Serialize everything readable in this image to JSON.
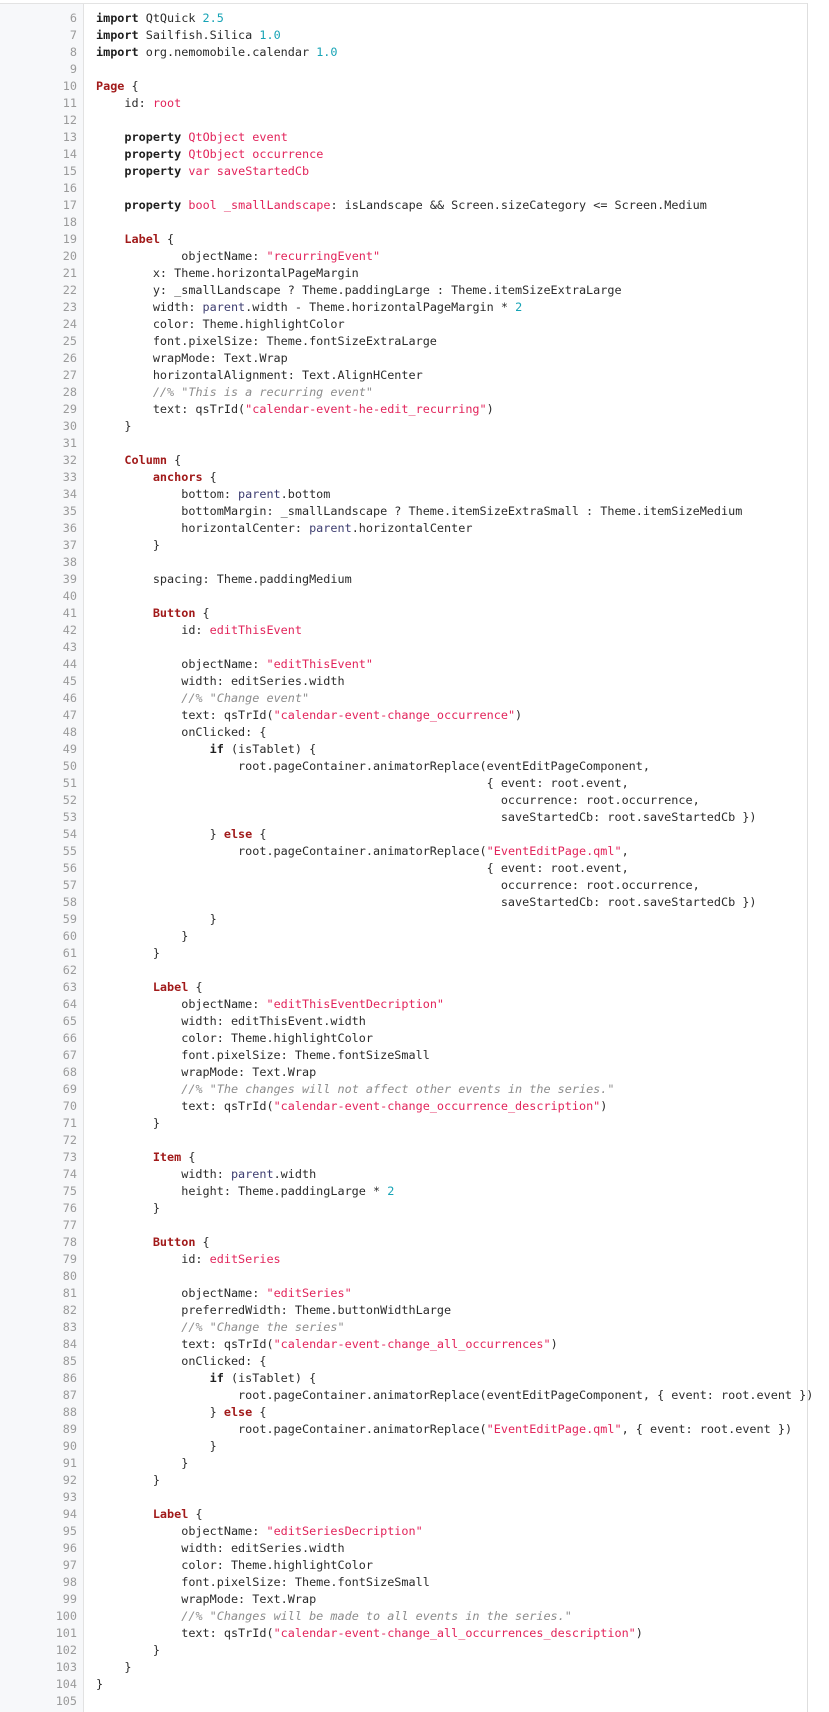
{
  "colors": {
    "keyword": "#1e1e1e",
    "type": "#a11a1a",
    "string": "#e2245b",
    "number": "#16a3b5",
    "comment": "#8c8c8c",
    "gutter_bg": "#f7f8fa"
  },
  "lines": [
    {
      "n": "6",
      "t": [
        [
          "k",
          "import"
        ],
        [
          "p",
          " QtQuick "
        ],
        [
          "n",
          "2.5"
        ]
      ]
    },
    {
      "n": "7",
      "t": [
        [
          "k",
          "import"
        ],
        [
          "p",
          " Sailfish.Silica "
        ],
        [
          "n",
          "1.0"
        ]
      ]
    },
    {
      "n": "8",
      "t": [
        [
          "k",
          "import"
        ],
        [
          "p",
          " org.nemomobile.calendar "
        ],
        [
          "n",
          "1.0"
        ]
      ]
    },
    {
      "n": "9",
      "t": []
    },
    {
      "n": "10",
      "t": [
        [
          "t",
          "Page"
        ],
        [
          "p",
          " {"
        ]
      ]
    },
    {
      "n": "11",
      "t": [
        [
          "p",
          "    id: "
        ],
        [
          "s",
          "root"
        ]
      ]
    },
    {
      "n": "12",
      "t": []
    },
    {
      "n": "13",
      "t": [
        [
          "p",
          "    "
        ],
        [
          "k",
          "property"
        ],
        [
          "p",
          " "
        ],
        [
          "s",
          "QtObject"
        ],
        [
          "p",
          " "
        ],
        [
          "s",
          "event"
        ]
      ]
    },
    {
      "n": "14",
      "t": [
        [
          "p",
          "    "
        ],
        [
          "k",
          "property"
        ],
        [
          "p",
          " "
        ],
        [
          "s",
          "QtObject"
        ],
        [
          "p",
          " "
        ],
        [
          "s",
          "occurrence"
        ]
      ]
    },
    {
      "n": "15",
      "t": [
        [
          "p",
          "    "
        ],
        [
          "k",
          "property"
        ],
        [
          "p",
          " "
        ],
        [
          "s",
          "var"
        ],
        [
          "p",
          " "
        ],
        [
          "s",
          "saveStartedCb"
        ]
      ]
    },
    {
      "n": "16",
      "t": []
    },
    {
      "n": "17",
      "t": [
        [
          "p",
          "    "
        ],
        [
          "k",
          "property"
        ],
        [
          "p",
          " "
        ],
        [
          "s",
          "bool"
        ],
        [
          "p",
          " "
        ],
        [
          "s",
          "_smallLandscape"
        ],
        [
          "p",
          ": isLandscape && Screen.sizeCategory <= Screen.Medium"
        ]
      ]
    },
    {
      "n": "18",
      "t": []
    },
    {
      "n": "19",
      "t": [
        [
          "p",
          "    "
        ],
        [
          "t",
          "Label"
        ],
        [
          "p",
          " {"
        ]
      ]
    },
    {
      "n": "20",
      "t": [
        [
          "p",
          "            objectName: "
        ],
        [
          "s",
          "\"recurringEvent\""
        ]
      ]
    },
    {
      "n": "21",
      "t": [
        [
          "p",
          "        x: Theme.horizontalPageMargin"
        ]
      ]
    },
    {
      "n": "22",
      "t": [
        [
          "p",
          "        y: _smallLandscape ? Theme.paddingLarge : Theme.itemSizeExtraLarge"
        ]
      ]
    },
    {
      "n": "23",
      "t": [
        [
          "p",
          "        width: "
        ],
        [
          "v",
          "parent"
        ],
        [
          "p",
          ".width - Theme.horizontalPageMargin * "
        ],
        [
          "n",
          "2"
        ]
      ]
    },
    {
      "n": "24",
      "t": [
        [
          "p",
          "        color: Theme.highlightColor"
        ]
      ]
    },
    {
      "n": "25",
      "t": [
        [
          "p",
          "        font.pixelSize: Theme.fontSizeExtraLarge"
        ]
      ]
    },
    {
      "n": "26",
      "t": [
        [
          "p",
          "        wrapMode: Text.Wrap"
        ]
      ]
    },
    {
      "n": "27",
      "t": [
        [
          "p",
          "        horizontalAlignment: Text.AlignHCenter"
        ]
      ]
    },
    {
      "n": "28",
      "t": [
        [
          "p",
          "        "
        ],
        [
          "c",
          "//% \"This is a recurring event\""
        ]
      ]
    },
    {
      "n": "29",
      "t": [
        [
          "p",
          "        text: qsTrId("
        ],
        [
          "s",
          "\"calendar-event-he-edit_recurring\""
        ],
        [
          "p",
          ")"
        ]
      ]
    },
    {
      "n": "30",
      "t": [
        [
          "p",
          "    }"
        ]
      ]
    },
    {
      "n": "31",
      "t": []
    },
    {
      "n": "32",
      "t": [
        [
          "p",
          "    "
        ],
        [
          "t",
          "Column"
        ],
        [
          "p",
          " {"
        ]
      ]
    },
    {
      "n": "33",
      "t": [
        [
          "p",
          "        "
        ],
        [
          "t",
          "anchors"
        ],
        [
          "p",
          " {"
        ]
      ]
    },
    {
      "n": "34",
      "t": [
        [
          "p",
          "            bottom: "
        ],
        [
          "v",
          "parent"
        ],
        [
          "p",
          ".bottom"
        ]
      ]
    },
    {
      "n": "35",
      "t": [
        [
          "p",
          "            bottomMargin: _smallLandscape ? Theme.itemSizeExtraSmall : Theme.itemSizeMedium"
        ]
      ]
    },
    {
      "n": "36",
      "t": [
        [
          "p",
          "            horizontalCenter: "
        ],
        [
          "v",
          "parent"
        ],
        [
          "p",
          ".horizontalCenter"
        ]
      ]
    },
    {
      "n": "37",
      "t": [
        [
          "p",
          "        }"
        ]
      ]
    },
    {
      "n": "38",
      "t": []
    },
    {
      "n": "39",
      "t": [
        [
          "p",
          "        spacing: Theme.paddingMedium"
        ]
      ]
    },
    {
      "n": "40",
      "t": []
    },
    {
      "n": "41",
      "t": [
        [
          "p",
          "        "
        ],
        [
          "t",
          "Button"
        ],
        [
          "p",
          " {"
        ]
      ]
    },
    {
      "n": "42",
      "t": [
        [
          "p",
          "            id: "
        ],
        [
          "s",
          "editThisEvent"
        ]
      ]
    },
    {
      "n": "43",
      "t": []
    },
    {
      "n": "44",
      "t": [
        [
          "p",
          "            objectName: "
        ],
        [
          "s",
          "\"editThisEvent\""
        ]
      ]
    },
    {
      "n": "45",
      "t": [
        [
          "p",
          "            width: editSeries.width"
        ]
      ]
    },
    {
      "n": "46",
      "t": [
        [
          "p",
          "            "
        ],
        [
          "c",
          "//% \"Change event\""
        ]
      ]
    },
    {
      "n": "47",
      "t": [
        [
          "p",
          "            text: qsTrId("
        ],
        [
          "s",
          "\"calendar-event-change_occurrence\""
        ],
        [
          "p",
          ")"
        ]
      ]
    },
    {
      "n": "48",
      "t": [
        [
          "p",
          "            onClicked: {"
        ]
      ]
    },
    {
      "n": "49",
      "t": [
        [
          "p",
          "                "
        ],
        [
          "k",
          "if"
        ],
        [
          "p",
          " (isTablet) {"
        ]
      ]
    },
    {
      "n": "50",
      "t": [
        [
          "p",
          "                    root.pageContainer.animatorReplace(eventEditPageComponent,"
        ]
      ]
    },
    {
      "n": "51",
      "t": [
        [
          "p",
          "                                                       { event: root.event,"
        ]
      ]
    },
    {
      "n": "52",
      "t": [
        [
          "p",
          "                                                         occurrence: root.occurrence,"
        ]
      ]
    },
    {
      "n": "53",
      "t": [
        [
          "p",
          "                                                         saveStartedCb: root.saveStartedCb })"
        ]
      ]
    },
    {
      "n": "54",
      "t": [
        [
          "p",
          "                } "
        ],
        [
          "t",
          "else"
        ],
        [
          "p",
          " {"
        ]
      ]
    },
    {
      "n": "55",
      "t": [
        [
          "p",
          "                    root.pageContainer.animatorReplace("
        ],
        [
          "s",
          "\"EventEditPage.qml\""
        ],
        [
          "p",
          ","
        ]
      ]
    },
    {
      "n": "56",
      "t": [
        [
          "p",
          "                                                       { event: root.event,"
        ]
      ]
    },
    {
      "n": "57",
      "t": [
        [
          "p",
          "                                                         occurrence: root.occurrence,"
        ]
      ]
    },
    {
      "n": "58",
      "t": [
        [
          "p",
          "                                                         saveStartedCb: root.saveStartedCb })"
        ]
      ]
    },
    {
      "n": "59",
      "t": [
        [
          "p",
          "                }"
        ]
      ]
    },
    {
      "n": "60",
      "t": [
        [
          "p",
          "            }"
        ]
      ]
    },
    {
      "n": "61",
      "t": [
        [
          "p",
          "        }"
        ]
      ]
    },
    {
      "n": "62",
      "t": []
    },
    {
      "n": "63",
      "t": [
        [
          "p",
          "        "
        ],
        [
          "t",
          "Label"
        ],
        [
          "p",
          " {"
        ]
      ]
    },
    {
      "n": "64",
      "t": [
        [
          "p",
          "            objectName: "
        ],
        [
          "s",
          "\"editThisEventDecription\""
        ]
      ]
    },
    {
      "n": "65",
      "t": [
        [
          "p",
          "            width: editThisEvent.width"
        ]
      ]
    },
    {
      "n": "66",
      "t": [
        [
          "p",
          "            color: Theme.highlightColor"
        ]
      ]
    },
    {
      "n": "67",
      "t": [
        [
          "p",
          "            font.pixelSize: Theme.fontSizeSmall"
        ]
      ]
    },
    {
      "n": "68",
      "t": [
        [
          "p",
          "            wrapMode: Text.Wrap"
        ]
      ]
    },
    {
      "n": "69",
      "t": [
        [
          "p",
          "            "
        ],
        [
          "c",
          "//% \"The changes will not affect other events in the series.\""
        ]
      ]
    },
    {
      "n": "70",
      "t": [
        [
          "p",
          "            text: qsTrId("
        ],
        [
          "s",
          "\"calendar-event-change_occurrence_description\""
        ],
        [
          "p",
          ")"
        ]
      ]
    },
    {
      "n": "71",
      "t": [
        [
          "p",
          "        }"
        ]
      ]
    },
    {
      "n": "72",
      "t": []
    },
    {
      "n": "73",
      "t": [
        [
          "p",
          "        "
        ],
        [
          "t",
          "Item"
        ],
        [
          "p",
          " {"
        ]
      ]
    },
    {
      "n": "74",
      "t": [
        [
          "p",
          "            width: "
        ],
        [
          "v",
          "parent"
        ],
        [
          "p",
          ".width"
        ]
      ]
    },
    {
      "n": "75",
      "t": [
        [
          "p",
          "            height: Theme.paddingLarge * "
        ],
        [
          "n",
          "2"
        ]
      ]
    },
    {
      "n": "76",
      "t": [
        [
          "p",
          "        }"
        ]
      ]
    },
    {
      "n": "77",
      "t": []
    },
    {
      "n": "78",
      "t": [
        [
          "p",
          "        "
        ],
        [
          "t",
          "Button"
        ],
        [
          "p",
          " {"
        ]
      ]
    },
    {
      "n": "79",
      "t": [
        [
          "p",
          "            id: "
        ],
        [
          "s",
          "editSeries"
        ]
      ]
    },
    {
      "n": "80",
      "t": []
    },
    {
      "n": "81",
      "t": [
        [
          "p",
          "            objectName: "
        ],
        [
          "s",
          "\"editSeries\""
        ]
      ]
    },
    {
      "n": "82",
      "t": [
        [
          "p",
          "            preferredWidth: Theme.buttonWidthLarge"
        ]
      ]
    },
    {
      "n": "83",
      "t": [
        [
          "p",
          "            "
        ],
        [
          "c",
          "//% \"Change the series\""
        ]
      ]
    },
    {
      "n": "84",
      "t": [
        [
          "p",
          "            text: qsTrId("
        ],
        [
          "s",
          "\"calendar-event-change_all_occurrences\""
        ],
        [
          "p",
          ")"
        ]
      ]
    },
    {
      "n": "85",
      "t": [
        [
          "p",
          "            onClicked: {"
        ]
      ]
    },
    {
      "n": "86",
      "t": [
        [
          "p",
          "                "
        ],
        [
          "k",
          "if"
        ],
        [
          "p",
          " (isTablet) {"
        ]
      ]
    },
    {
      "n": "87",
      "t": [
        [
          "p",
          "                    root.pageContainer.animatorReplace(eventEditPageComponent, { event: root.event })"
        ]
      ]
    },
    {
      "n": "88",
      "t": [
        [
          "p",
          "                } "
        ],
        [
          "t",
          "else"
        ],
        [
          "p",
          " {"
        ]
      ]
    },
    {
      "n": "89",
      "t": [
        [
          "p",
          "                    root.pageContainer.animatorReplace("
        ],
        [
          "s",
          "\"EventEditPage.qml\""
        ],
        [
          "p",
          ", { event: root.event })"
        ]
      ]
    },
    {
      "n": "90",
      "t": [
        [
          "p",
          "                }"
        ]
      ]
    },
    {
      "n": "91",
      "t": [
        [
          "p",
          "            }"
        ]
      ]
    },
    {
      "n": "92",
      "t": [
        [
          "p",
          "        }"
        ]
      ]
    },
    {
      "n": "93",
      "t": []
    },
    {
      "n": "94",
      "t": [
        [
          "p",
          "        "
        ],
        [
          "t",
          "Label"
        ],
        [
          "p",
          " {"
        ]
      ]
    },
    {
      "n": "95",
      "t": [
        [
          "p",
          "            objectName: "
        ],
        [
          "s",
          "\"editSeriesDecription\""
        ]
      ]
    },
    {
      "n": "96",
      "t": [
        [
          "p",
          "            width: editSeries.width"
        ]
      ]
    },
    {
      "n": "97",
      "t": [
        [
          "p",
          "            color: Theme.highlightColor"
        ]
      ]
    },
    {
      "n": "98",
      "t": [
        [
          "p",
          "            font.pixelSize: Theme.fontSizeSmall"
        ]
      ]
    },
    {
      "n": "99",
      "t": [
        [
          "p",
          "            wrapMode: Text.Wrap"
        ]
      ]
    },
    {
      "n": "100",
      "t": [
        [
          "p",
          "            "
        ],
        [
          "c",
          "//% \"Changes will be made to all events in the series.\""
        ]
      ]
    },
    {
      "n": "101",
      "t": [
        [
          "p",
          "            text: qsTrId("
        ],
        [
          "s",
          "\"calendar-event-change_all_occurrences_description\""
        ],
        [
          "p",
          ")"
        ]
      ]
    },
    {
      "n": "102",
      "t": [
        [
          "p",
          "        }"
        ]
      ]
    },
    {
      "n": "103",
      "t": [
        [
          "p",
          "    }"
        ]
      ]
    },
    {
      "n": "104",
      "t": [
        [
          "p",
          "}"
        ]
      ]
    },
    {
      "n": "105",
      "t": []
    }
  ]
}
